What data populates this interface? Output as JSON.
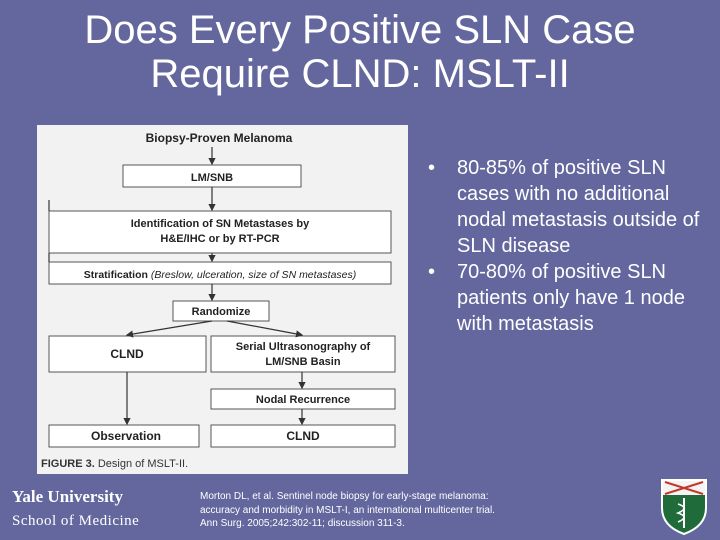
{
  "slide": {
    "title_line1": "Does Every Positive SLN Case",
    "title_line2": "Require CLND: MSLT-II"
  },
  "figure": {
    "boxes": {
      "top": "Biopsy-Proven Melanoma",
      "lmsnb": "LM/SNB",
      "ident1": "Identification of SN Metastases by",
      "ident2": "H&E/IHC or by RT-PCR",
      "strat_bold": "Stratification",
      "strat_rest": " (Breslow, ulceration, size of SN metastases)",
      "randomize": "Randomize",
      "clnd_left": "CLND",
      "serial1": "Serial Ultrasonography of",
      "serial2": "LM/SNB Basin",
      "nodal": "Nodal Recurrence",
      "observation": "Observation",
      "clnd_right": "CLND"
    },
    "caption_bold": "FIGURE 3.",
    "caption_rest": " Design of MSLT-II."
  },
  "bullets": [
    "80-85% of positive SLN cases with no additional nodal metastasis outside of SLN disease",
    "70-80% of positive SLN patients only have 1 node with metastasis"
  ],
  "bullet_symbol": "•",
  "footer": {
    "university": "Yale University",
    "school": "School of Medicine",
    "citation_line1": "Morton DL, et al. Sentinel node biopsy for early-stage melanoma:",
    "citation_line2": "accuracy and morbidity in MSLT-I, an international multicenter trial.",
    "citation_line3": "Ann Surg. 2005;242:302-11; discussion 311-3."
  },
  "colors": {
    "background": "#64679e",
    "shield_green": "#1f6b3a",
    "shield_red": "#c0392b"
  }
}
